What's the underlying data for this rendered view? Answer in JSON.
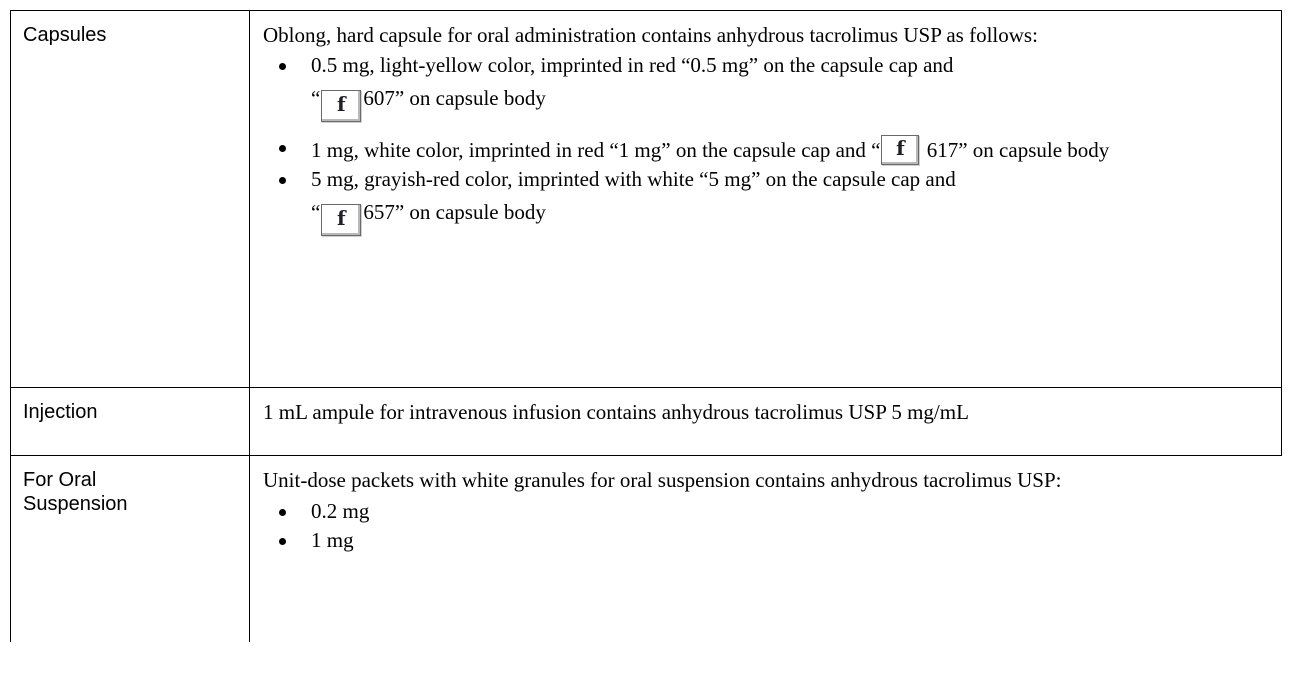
{
  "rows": [
    {
      "form": "Capsules",
      "intro": "Oblong, hard capsule for oral administration contains anhydrous tacrolimus USP as follows:",
      "items": [
        {
          "part1": "0.5 mg, light-yellow color, imprinted in red “0.5 mg” on the capsule cap and",
          "pre_logo": "“",
          "post_logo": "607” on capsule body"
        },
        {
          "part1": "1 mg, white color, imprinted in red “1 mg” on the capsule cap and “",
          "post_logo": "617” on capsule body"
        },
        {
          "part1": "5 mg, grayish-red color, imprinted with white “5 mg” on the capsule cap and",
          "pre_logo": "“",
          "post_logo": "657” on capsule body"
        }
      ]
    },
    {
      "form": "Injection",
      "description": "1 mL ampule for intravenous infusion contains anhydrous tacrolimus USP 5 mg/mL"
    },
    {
      "form_line1": "For Oral",
      "form_line2": "Suspension",
      "intro": "Unit-dose packets with white granules for oral suspension contains anhydrous tacrolimus USP:",
      "items": [
        "0.2 mg",
        "1 mg"
      ]
    }
  ],
  "logo": {
    "glyph": "f",
    "icon": "company-logo-f-icon",
    "text_color": "#1e1e28",
    "border_color": "#6a6a6a"
  }
}
